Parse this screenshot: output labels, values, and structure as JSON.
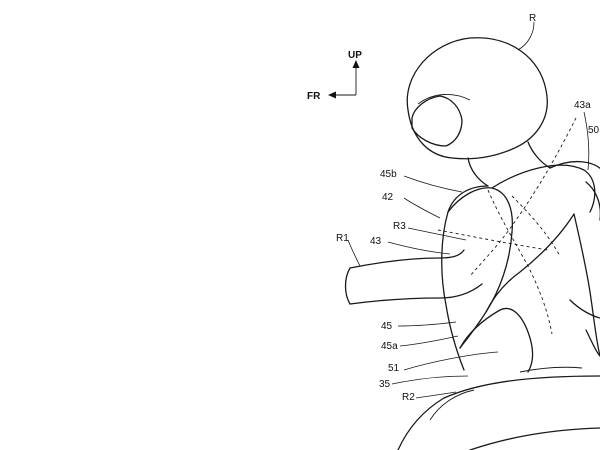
{
  "orientation": {
    "up_label": "UP",
    "front_label": "FR"
  },
  "labels": {
    "rider": "R",
    "arm": "R1",
    "leg": "R2",
    "torso_line": "R3",
    "bag_43": "43",
    "bag_43a": "43a",
    "bag_42": "42",
    "bag_45": "45",
    "bag_45a": "45a",
    "bag_45b": "45b",
    "part_50": "50",
    "part_51": "51",
    "part_35": "35"
  }
}
